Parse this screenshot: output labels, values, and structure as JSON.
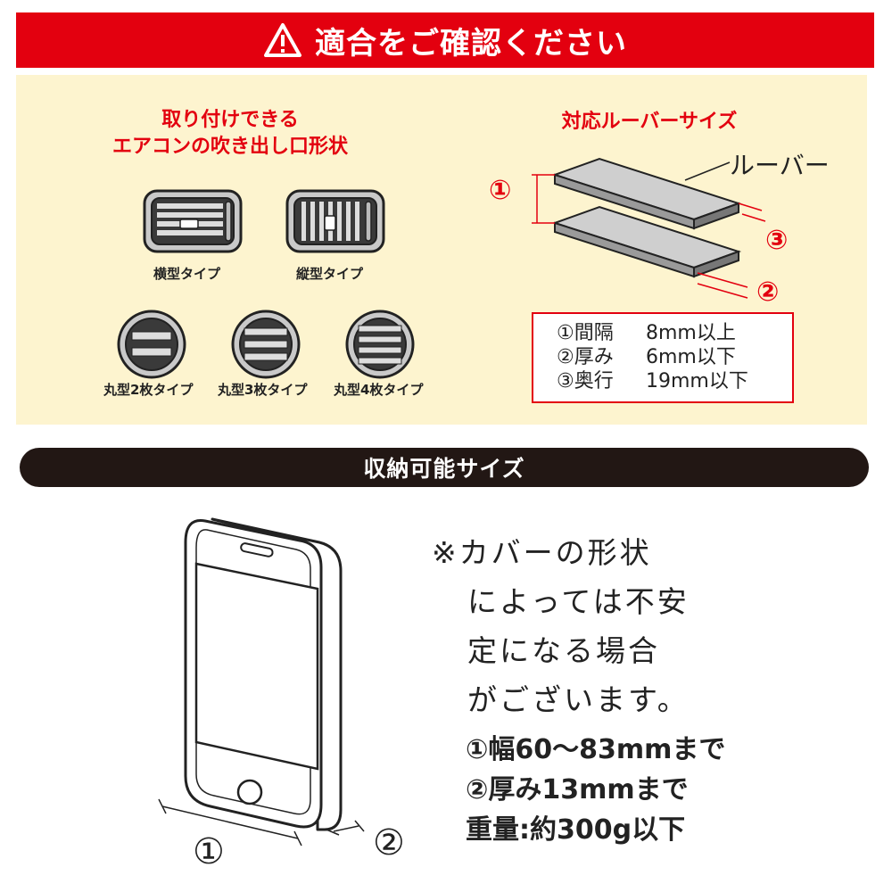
{
  "compatibility": {
    "header_title": "適合をご確認ください",
    "vent_shapes": {
      "title_line1": "取り付けできる",
      "title_line2": "エアコンの吹き出し口形状",
      "types": [
        {
          "label": "横型タイプ"
        },
        {
          "label": "縦型タイプ"
        },
        {
          "label": "丸型2枚タイプ"
        },
        {
          "label": "丸型3枚タイプ"
        },
        {
          "label": "丸型4枚タイプ"
        }
      ]
    },
    "louver": {
      "title": "対応ルーバーサイズ",
      "callout": "ルーバー",
      "markers": [
        "①",
        "②",
        "③"
      ],
      "specs": [
        {
          "key": "①間隔",
          "value": "8mm以上"
        },
        {
          "key": "②厚み",
          "value": "6mm以下"
        },
        {
          "key": "③奥行",
          "value": "19mm以下"
        }
      ]
    }
  },
  "storage": {
    "title": "収納可能サイズ",
    "diagram_markers": [
      "①",
      "②"
    ],
    "note_lines": [
      "※カバーの形状",
      "によっては不安",
      "定になる場合",
      "がございます。"
    ],
    "size_lines": [
      "①幅60～83mmまで",
      "②厚み13mmまで",
      "重量:約300g以下"
    ]
  },
  "colors": {
    "accent_red": "#e3000f",
    "panel_cream": "#fdf4cf",
    "dark_banner": "#221714"
  }
}
